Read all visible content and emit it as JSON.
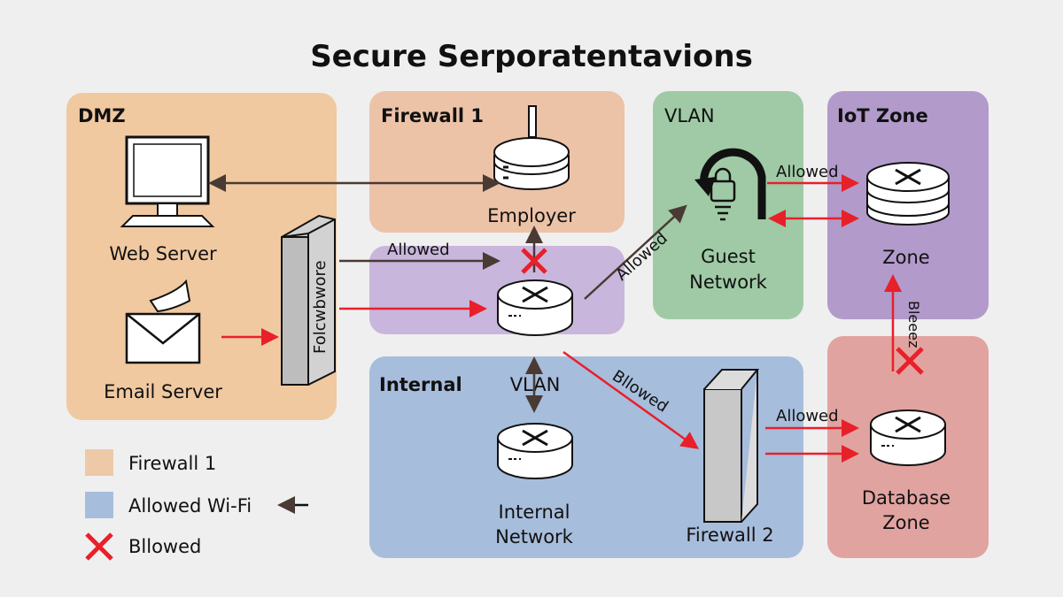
{
  "title": "Secure Serporatentavions",
  "colors": {
    "dmz": "#f0c9a0",
    "firewall1": "#edc3a8",
    "purple_band": "#c9b6dc",
    "vlan": "#9fcaa5",
    "iot": "#b29acb",
    "internal": "#a7bddc",
    "database": "#e1a3a0",
    "allowed_arrow": "#4a3a34",
    "blocked": "#e8202a"
  },
  "zones": {
    "dmz": {
      "title": "DMZ",
      "web_server": "Web Server",
      "email_server": "Email Server",
      "firewall_device": "Folcwbwore"
    },
    "firewall1": {
      "title": "Firewall 1",
      "device": "Employer"
    },
    "vlan": {
      "title": "VLAN",
      "device_line1": "Guest",
      "device_line2": "Network"
    },
    "iot": {
      "title": "IoT Zone",
      "device": "Zone"
    },
    "internal": {
      "title": "Internal",
      "sublabel": "VLAN",
      "device_line1": "Internal",
      "device_line2": "Network",
      "firewall2": "Firewall 2"
    },
    "database": {
      "device_line1": "Database",
      "device_line2": "Zone"
    }
  },
  "arrow_labels": {
    "fw_to_router": "Allowed",
    "router_to_vlan": "Allowed",
    "vlan_to_iot": "Allowed",
    "router_to_fw2": "Bllowed",
    "fw2_to_db": "Allowed",
    "db_to_iot": "Bleeez"
  },
  "legend": [
    {
      "label": "Firewall 1",
      "swatch": "#edc9a8",
      "icon": "swatch"
    },
    {
      "label": "Allowed Wi-Fi",
      "swatch": "#a7bddc",
      "icon": "swatch-with-left-arrow"
    },
    {
      "label": "Bllowed",
      "icon": "red-x-icon"
    }
  ]
}
